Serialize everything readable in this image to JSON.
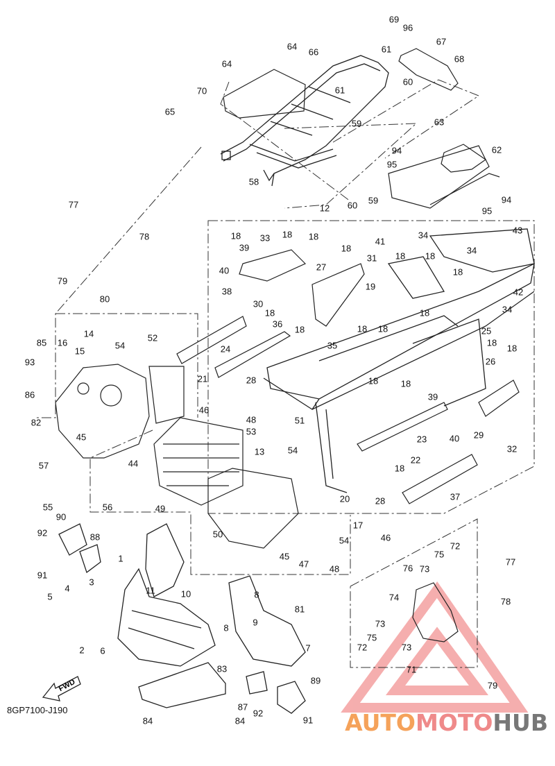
{
  "diagram_code": "8GP7100-J190",
  "fwd_label": "FWD",
  "watermark": {
    "part1": "AUTO",
    "part2": "MOTO",
    "part3": "HUB"
  },
  "colors": {
    "line": "#222222",
    "dash": "#333333",
    "watermark_orange": "#f5a25a",
    "watermark_pink": "#ef8a8a",
    "watermark_gray": "#777777"
  },
  "labels": {
    "l1": "1",
    "l2": "2",
    "l3": "3",
    "l4": "4",
    "l5": "5",
    "l6": "6",
    "l7": "7",
    "l8a": "8",
    "l8b": "8",
    "l9": "9",
    "l10": "10",
    "l11": "11",
    "l12": "12",
    "l13": "13",
    "l14": "14",
    "l15": "15",
    "l16": "16",
    "l17": "17",
    "l18a": "18",
    "l18b": "18",
    "l18c": "18",
    "l18d": "18",
    "l18e": "18",
    "l18f": "18",
    "l18g": "18",
    "l18h": "18",
    "l18i": "18",
    "l18j": "18",
    "l18k": "18",
    "l18l": "18",
    "l18m": "18",
    "l18n": "18",
    "l18o": "18",
    "l18p": "18",
    "l19": "19",
    "l20": "20",
    "l21": "21",
    "l22": "22",
    "l23": "23",
    "l24": "24",
    "l25": "25",
    "l26": "26",
    "l27": "27",
    "l28a": "28",
    "l28b": "28",
    "l29": "29",
    "l30": "30",
    "l31": "31",
    "l32": "32",
    "l33": "33",
    "l34a": "34",
    "l34b": "34",
    "l34c": "34",
    "l35": "35",
    "l36": "36",
    "l37": "37",
    "l38": "38",
    "l39a": "39",
    "l39b": "39",
    "l40a": "40",
    "l40b": "40",
    "l41": "41",
    "l42": "42",
    "l43": "43",
    "l44": "44",
    "l45a": "45",
    "l45b": "45",
    "l46a": "46",
    "l46b": "46",
    "l47": "47",
    "l48a": "48",
    "l48b": "48",
    "l49": "49",
    "l50": "50",
    "l51": "51",
    "l52": "52",
    "l53": "53",
    "l54a": "54",
    "l54b": "54",
    "l54c": "54",
    "l55": "55",
    "l56": "56",
    "l57": "57",
    "l58": "58",
    "l59a": "59",
    "l59b": "59",
    "l60a": "60",
    "l60b": "60",
    "l61a": "61",
    "l61b": "61",
    "l62": "62",
    "l63": "63",
    "l64a": "64",
    "l64b": "64",
    "l65": "65",
    "l66": "66",
    "l67": "67",
    "l68": "68",
    "l69": "69",
    "l70": "70",
    "l71": "71",
    "l72a": "72",
    "l72b": "72",
    "l73a": "73",
    "l73b": "73",
    "l73c": "73",
    "l74": "74",
    "l75a": "75",
    "l75b": "75",
    "l76": "76",
    "l77a": "77",
    "l77b": "77",
    "l78a": "78",
    "l78b": "78",
    "l79a": "79",
    "l79b": "79",
    "l80": "80",
    "l81": "81",
    "l82": "82",
    "l83": "83",
    "l84a": "84",
    "l84b": "84",
    "l85": "85",
    "l86": "86",
    "l87": "87",
    "l88": "88",
    "l89": "89",
    "l90": "90",
    "l91a": "91",
    "l91b": "91",
    "l92a": "92",
    "l92b": "92",
    "l93": "93",
    "l94a": "94",
    "l94b": "94",
    "l95a": "95",
    "l95b": "95",
    "l96": "96"
  }
}
